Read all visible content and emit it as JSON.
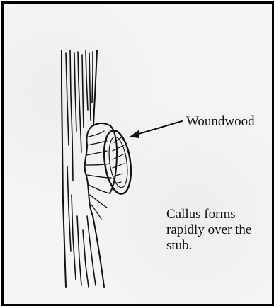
{
  "labels": {
    "woundwood": "Woundwood",
    "callus_line1": "Callus forms",
    "callus_line2": "rapidly over the",
    "callus_line3": "stub."
  },
  "colors": {
    "ink": "#111111",
    "paper": "#f5f5f5",
    "border": "#000000"
  }
}
